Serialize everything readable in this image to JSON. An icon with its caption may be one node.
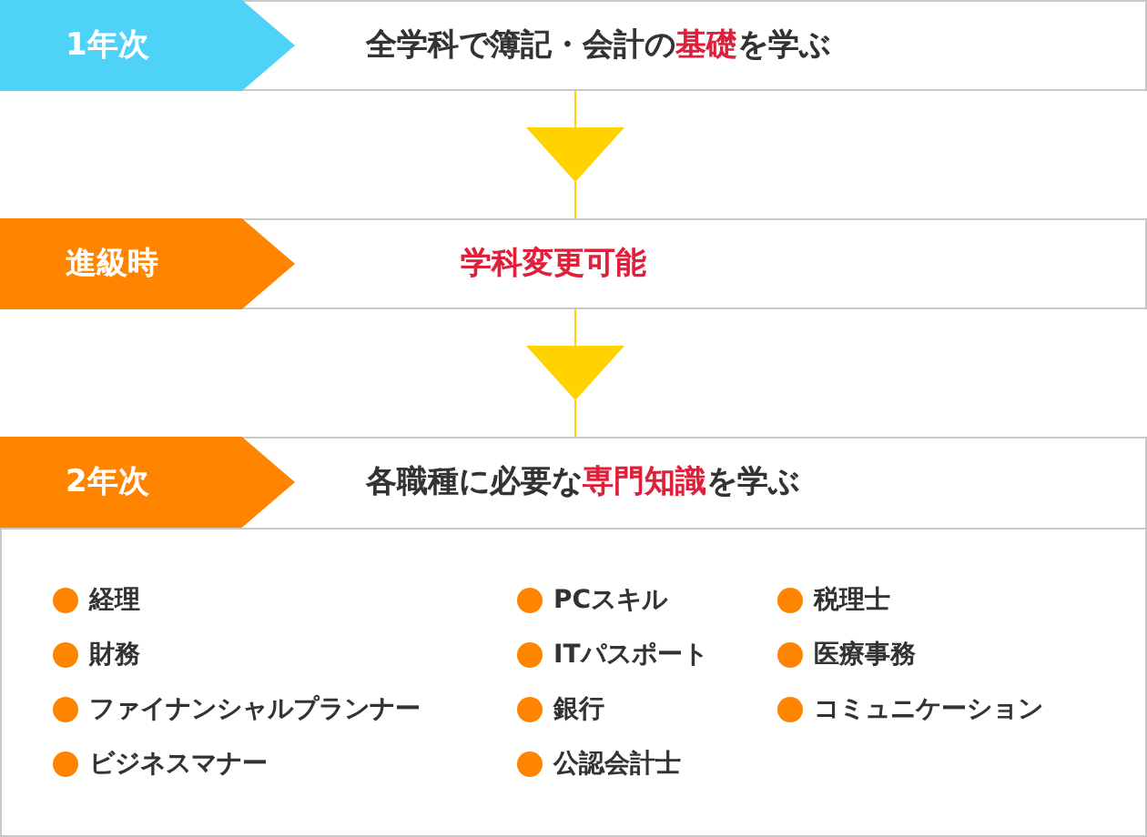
{
  "diagram": {
    "nodes": [
      {
        "text": [
          "1年次",
          "全学科で簿記・会計の**基礎**を学ぶ"
        ]
      },
      {
        "text": [
          "進級時",
          "**学科変更可能**"
        ]
      },
      {
        "text": [
          "2年次",
          "各職種に必要な**専門知識**を学ぶ"
        ]
      }
    ],
    "edges": [
      {
        "from": 0,
        "to": 1,
        "arrow": "to",
        "color": "#ffd200"
      },
      {
        "from": 1,
        "to": 2,
        "arrow": "to",
        "color": "#ffd200"
      }
    ],
    "labels": [
      "経理",
      "PCスキル",
      "税理士",
      "財務",
      "ITパスポート",
      "医療事務",
      "ファイナンシャルプランナー",
      "銀行",
      "コミュニケーション",
      "ビジネスマナー",
      "公認会計士"
    ]
  }
}
